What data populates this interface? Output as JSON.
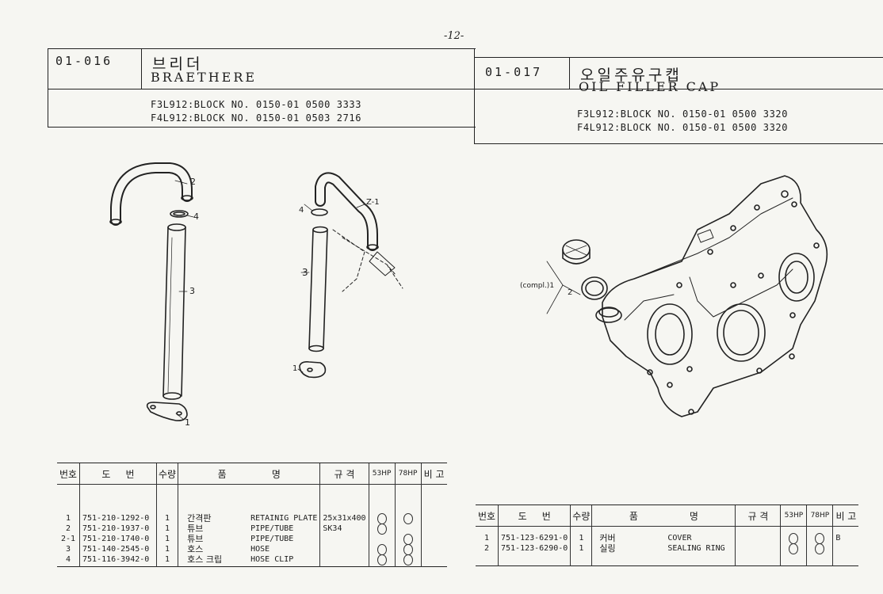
{
  "page_number": "-12-",
  "left_section": {
    "code": "01-016",
    "korean_name": "브리더",
    "english_name": "BRAETHERE",
    "block_lines": [
      "F3L912:BLOCK NO. 0150-01 0500 3333",
      "F4L912:BLOCK NO. 0150-01 0503 2716"
    ],
    "callouts": {
      "c2": "2",
      "c4": "4",
      "c3": "3",
      "c1": "1",
      "z1": "Z-1",
      "c4b": "4",
      "c3b": "3",
      "c1b": "1"
    }
  },
  "right_section": {
    "code": "01-017",
    "korean_name": "오일주유구캡",
    "english_name": "OIL FILLER CAP",
    "block_lines": [
      "F3L912:BLOCK NO. 0150-01 0500 3320",
      "F4L912:BLOCK NO. 0150-01 0500 3320"
    ],
    "callouts": {
      "compl": "(compl.)1",
      "c2": "2"
    }
  },
  "table_headers": {
    "no": "번호",
    "dwg_a": "도",
    "dwg_b": "번",
    "qty": "수량",
    "name_a": "품",
    "name_b": "명",
    "spec": "규 격",
    "hp53": "53HP",
    "hp78": "78HP",
    "remark": "비 고"
  },
  "left_table": {
    "nos": [
      "1",
      "2",
      "2-1",
      "3",
      "4"
    ],
    "dwgs": [
      "751-210-1292-0",
      "751-210-1937-0",
      "751-210-1740-0",
      "751-140-2545-0",
      "751-116-3942-0"
    ],
    "qtys": [
      "1",
      "1",
      "1",
      "1",
      "1"
    ],
    "knames": [
      "간격판",
      "튜브",
      "튜브",
      "호스",
      "호스 크립"
    ],
    "enames": [
      "RETAINIG PLATE",
      "PIPE/TUBE",
      "PIPE/TUBE",
      "HOSE",
      "HOSE CLIP"
    ],
    "specs": [
      "",
      "",
      "",
      "25x31x400",
      "SK34"
    ],
    "hp53": [
      true,
      true,
      false,
      true,
      true
    ],
    "hp78": [
      true,
      false,
      true,
      true,
      true
    ],
    "remarks": [
      "",
      "",
      "",
      "",
      ""
    ]
  },
  "right_table": {
    "nos": [
      "1",
      "2"
    ],
    "dwgs": [
      "751-123-6291-0",
      "751-123-6290-0"
    ],
    "qtys": [
      "1",
      "1"
    ],
    "knames": [
      "커버",
      "실링"
    ],
    "enames": [
      "COVER",
      "SEALING RING"
    ],
    "specs": [
      "",
      ""
    ],
    "hp53": [
      true,
      true
    ],
    "hp78": [
      true,
      true
    ],
    "remarks": [
      "",
      "B"
    ]
  }
}
